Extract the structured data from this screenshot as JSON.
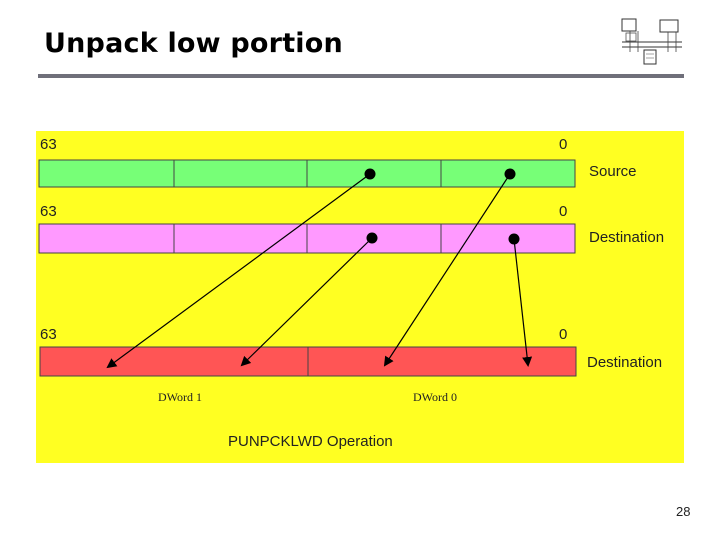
{
  "slide": {
    "title": "Unpack low portion",
    "page_number": "28"
  },
  "diagram": {
    "operation_label": "PUNPCKLWD Operation",
    "background_color": "#ffff22",
    "source": {
      "high_bit": "63",
      "low_bit": "0",
      "label": "Source",
      "color": "#77ff77",
      "cells": 4
    },
    "destination_in": {
      "high_bit": "63",
      "low_bit": "0",
      "label": "Destination",
      "color": "#ff99ff",
      "cells": 4
    },
    "destination_out": {
      "high_bit": "63",
      "low_bit": "0",
      "label": "Destination",
      "color": "#ff5555",
      "cells": 2,
      "dword_labels": [
        "DWord 1",
        "DWord 0"
      ]
    },
    "arrows": [
      {
        "from": "source word 1",
        "to": "destination_out DWord 1 high"
      },
      {
        "from": "destination_in word 1",
        "to": "destination_out DWord 1 low"
      },
      {
        "from": "source word 0",
        "to": "destination_out DWord 0 high"
      },
      {
        "from": "destination_in word 0",
        "to": "destination_out DWord 0 low"
      }
    ]
  }
}
